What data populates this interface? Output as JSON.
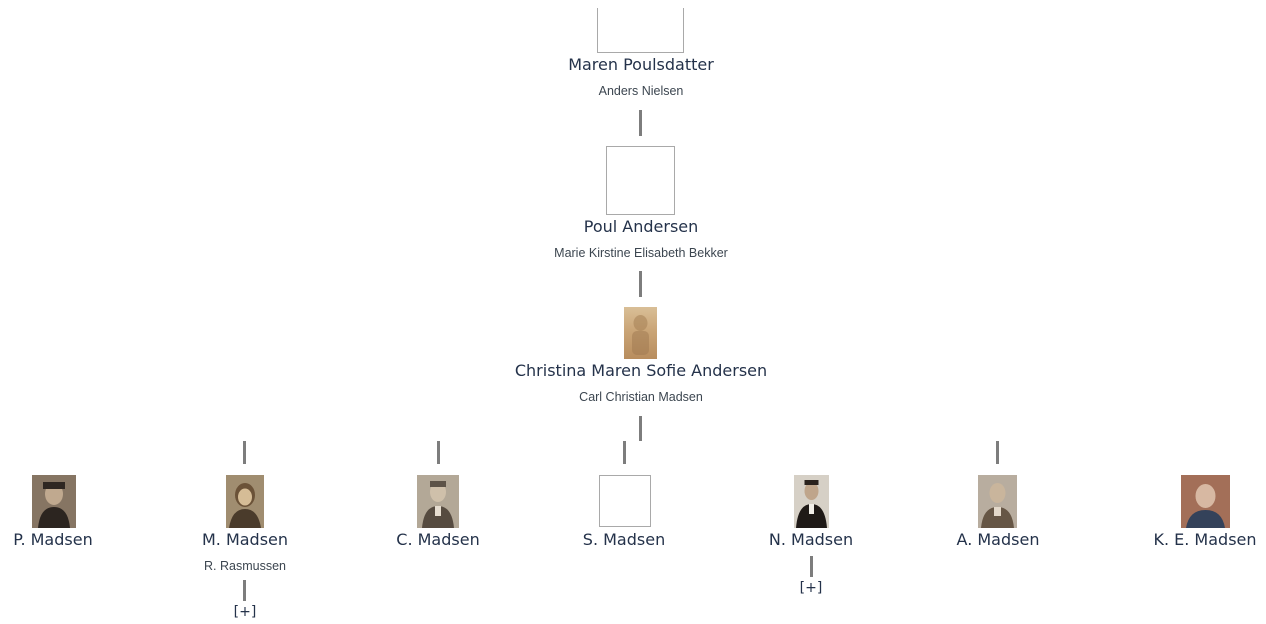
{
  "ancestors": {
    "maren": {
      "name": "Maren Poulsdatter",
      "spouse": "Anders Nielsen"
    },
    "poul": {
      "name": "Poul Andersen",
      "spouse": "Marie Kirstine Elisabeth Bekker"
    },
    "christina": {
      "name": "Christina Maren Sofie Andersen",
      "spouse": "Carl Christian Madsen"
    }
  },
  "children": [
    {
      "name": "P. Madsen",
      "spouse": "",
      "has_photo": true
    },
    {
      "name": "M. Madsen",
      "spouse": "R. Rasmussen",
      "has_photo": true,
      "expand": "[+]"
    },
    {
      "name": "C. Madsen",
      "spouse": "",
      "has_photo": true
    },
    {
      "name": "S. Madsen",
      "spouse": "",
      "has_photo": false
    },
    {
      "name": "N. Madsen",
      "spouse": "",
      "has_photo": true,
      "expand": "[+]"
    },
    {
      "name": "A. Madsen",
      "spouse": "",
      "has_photo": true
    },
    {
      "name": "K. E. Madsen",
      "spouse": "",
      "has_photo": true
    }
  ],
  "colors": {
    "link": "#24324a",
    "connector": "#7d7d7d",
    "frame": "#a9a9a9"
  }
}
